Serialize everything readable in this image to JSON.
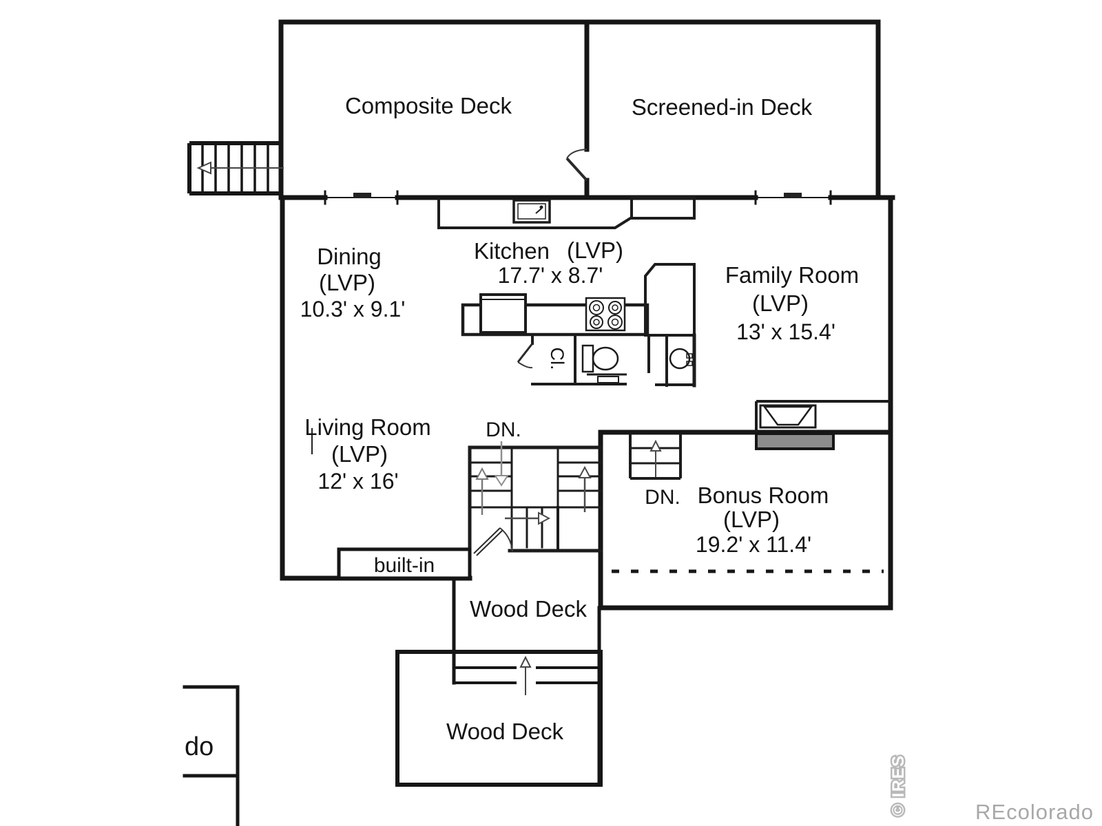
{
  "plan": {
    "rooms": {
      "composite_deck": {
        "name": "Composite Deck"
      },
      "screened_deck": {
        "name": "Screened-in Deck"
      },
      "dining": {
        "name": "Dining",
        "floor": "(LVP)",
        "dims": "10.3' x 9.1'"
      },
      "kitchen": {
        "name": "Kitchen",
        "floor": "(LVP)",
        "dims": "17.7' x 8.7'"
      },
      "family": {
        "name": "Family Room",
        "floor": "(LVP)",
        "dims": "13' x 15.4'"
      },
      "living": {
        "name": "Living Room",
        "floor": "(LVP)",
        "dims": "12' x 16'"
      },
      "bonus": {
        "name": "Bonus Room",
        "floor": "(LVP)",
        "dims": "19.2' x 11.4'"
      },
      "wood_deck_upper": {
        "name": "Wood Deck"
      },
      "wood_deck_lower": {
        "name": "Wood Deck"
      }
    },
    "annotations": {
      "built_in": "built-in",
      "closet": "Cl.",
      "down_main": "DN.",
      "down_bonus": "DN.",
      "partial_label": "do"
    },
    "watermarks": {
      "ires": "© IRES",
      "recolorado": "REcolorado"
    },
    "colors": {
      "wall": "#161616",
      "thin_line": "#3a3a3a",
      "hearth_gray": "#8c8c8c",
      "watermark_gray": "#a8a8a8",
      "arrow_gray": "#8e8e8e"
    }
  }
}
